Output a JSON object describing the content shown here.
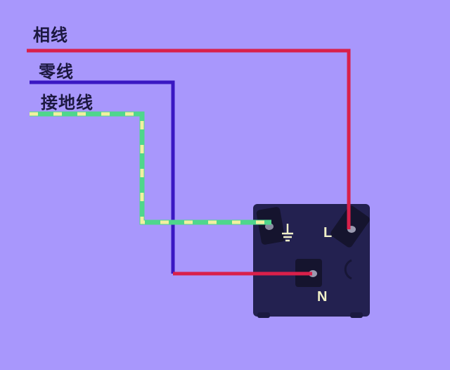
{
  "diagram": {
    "title": "",
    "background_color": "#A897FC",
    "wire_labels": {
      "phase": "相线",
      "neutral": "零线",
      "ground": "接地线"
    },
    "terminal_labels": {
      "live": "L",
      "neutral": "N",
      "ground_symbol": "⏚"
    },
    "colors": {
      "phase_wire": "#D9204A",
      "neutral_wire": "#3A17C2",
      "ground_wire_green": "#4FD68C",
      "ground_wire_yellow": "#F2F0A0",
      "socket_box": "#232150",
      "label_text": "#1c1840",
      "terminal_text": "#f0f0c8"
    },
    "nodes": [
      {
        "id": "socket",
        "label": "socket terminal box"
      },
      {
        "id": "L",
        "label": "L"
      },
      {
        "id": "N",
        "label": "N"
      },
      {
        "id": "E",
        "label": "ground"
      }
    ],
    "edges": [
      {
        "from": "phase-wire",
        "to": "L",
        "label": "相线"
      },
      {
        "from": "neutral-wire",
        "to": "N",
        "label": "零线"
      },
      {
        "from": "ground-wire",
        "to": "E",
        "label": "接地线"
      }
    ]
  }
}
